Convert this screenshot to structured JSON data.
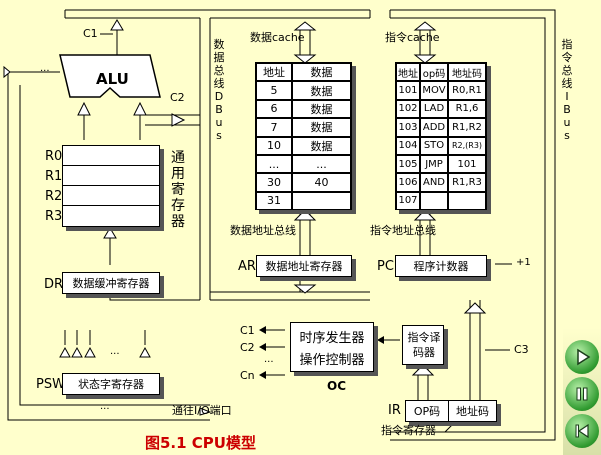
{
  "alu": {
    "label": "ALU",
    "c1": "C1",
    "c2": "C2"
  },
  "bus": {
    "data_bus": [
      "数",
      "据",
      "总",
      "线",
      "D",
      "B",
      "u",
      "s"
    ],
    "inst_bus": [
      "指",
      "令",
      "总",
      "线",
      "I",
      "B",
      "u",
      "s"
    ],
    "data_addr_bus": "数据地址总线",
    "inst_addr_bus": "指令地址总线",
    "io_port": "通往I/O端口"
  },
  "registers": {
    "general_title": [
      "通",
      "用",
      "寄",
      "存",
      "器"
    ],
    "rows": [
      "R0",
      "R1",
      "R2",
      "R3"
    ],
    "dr_label": "DR",
    "dr_name": "数据缓冲寄存器",
    "psw_label": "PSW",
    "psw_name": "状态字寄存器",
    "ar_label": "AR",
    "ar_name": "数据地址寄存器",
    "pc_label": "PC",
    "pc_name": "程序计数器",
    "pc_inc": "+1",
    "ir_label": "IR",
    "ir_op": "OP码",
    "ir_addr": "地址码",
    "ir_name": "指令寄存器"
  },
  "data_cache": {
    "title": "数据cache",
    "headers": [
      "地址",
      "数据"
    ],
    "rows": [
      [
        "5",
        "数据"
      ],
      [
        "6",
        "数据"
      ],
      [
        "7",
        "数据"
      ],
      [
        "10",
        "数据"
      ],
      [
        "...",
        "..."
      ],
      [
        "30",
        "40"
      ],
      [
        "31",
        ""
      ]
    ]
  },
  "inst_cache": {
    "title": "指令cache",
    "headers": [
      "地址",
      "op码",
      "地址码"
    ],
    "rows": [
      [
        "101",
        "MOV",
        "R0,R1"
      ],
      [
        "102",
        "LAD",
        "R1,6"
      ],
      [
        "103",
        "ADD",
        "R1,R2"
      ],
      [
        "104",
        "STO",
        "R2,(R3)"
      ],
      [
        "105",
        "JMP",
        "101"
      ],
      [
        "106",
        "AND",
        "R1,R3"
      ],
      [
        "107",
        "",
        ""
      ]
    ]
  },
  "control": {
    "timing": "时序发生器",
    "op_ctrl": "操作控制器",
    "oc_label": "OC",
    "decoder": "指令译码器",
    "signals": [
      "C1",
      "C2",
      "...",
      "Cn"
    ],
    "c3": "C3"
  },
  "dots": "...",
  "caption": "图5.1   CPU模型",
  "nav": [
    "play-icon",
    "pause-icon",
    "previous-icon"
  ]
}
